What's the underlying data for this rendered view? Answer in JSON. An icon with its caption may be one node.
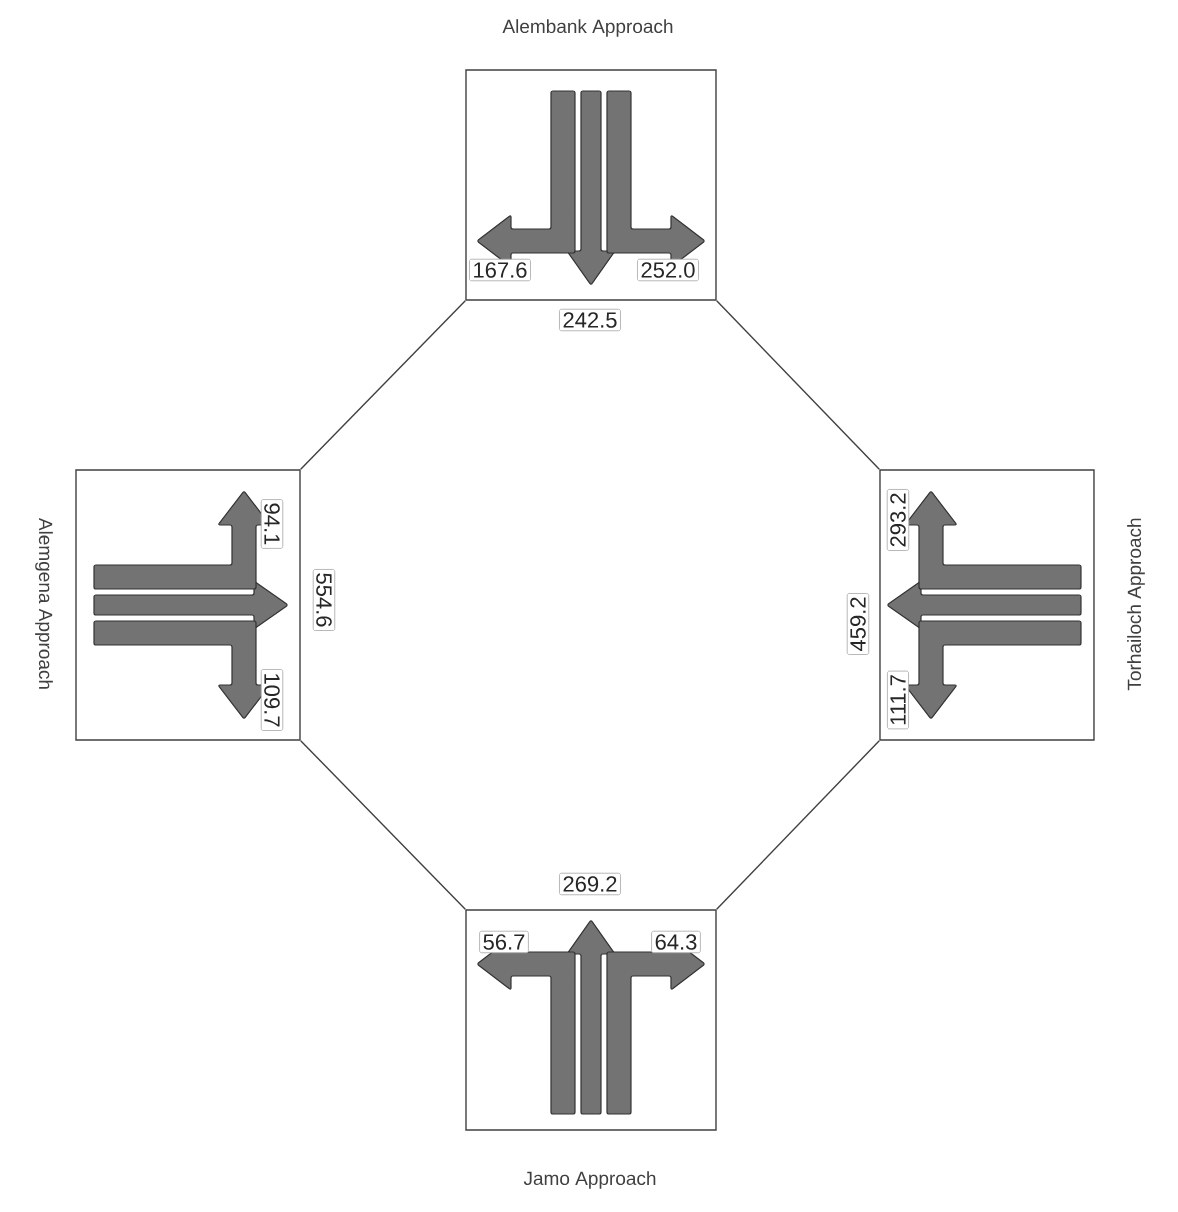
{
  "diagram": {
    "nodes": [
      {
        "text": [
          "Alembank Approach"
        ]
      },
      {
        "text": [
          "Alemgena Approach"
        ]
      },
      {
        "text": [
          "Torhailoch Approach"
        ]
      },
      {
        "text": [
          "Jamo Approach"
        ]
      },
      {
        "text": [
          "167.6"
        ],
        "in": 0
      },
      {
        "text": [
          "252.0"
        ],
        "in": 0
      },
      {
        "text": [
          "242.5"
        ]
      },
      {
        "text": [
          "94.1"
        ],
        "in": 1
      },
      {
        "text": [
          "554.6"
        ]
      },
      {
        "text": [
          "109.7"
        ],
        "in": 1
      },
      {
        "text": [
          "293.2"
        ],
        "in": 2
      },
      {
        "text": [
          "459.2"
        ]
      },
      {
        "text": [
          "111.7"
        ],
        "in": 2
      },
      {
        "text": [
          "269.2"
        ]
      },
      {
        "text": [
          "56.7"
        ],
        "in": 3
      },
      {
        "text": [
          "64.3"
        ],
        "in": 3
      }
    ],
    "edges": [
      {
        "from": 0,
        "to": 1,
        "arrow": "none"
      },
      {
        "from": 0,
        "to": 2,
        "arrow": "none"
      },
      {
        "from": 1,
        "to": 3,
        "arrow": "none"
      },
      {
        "from": 2,
        "to": 3,
        "arrow": "none"
      }
    ]
  }
}
